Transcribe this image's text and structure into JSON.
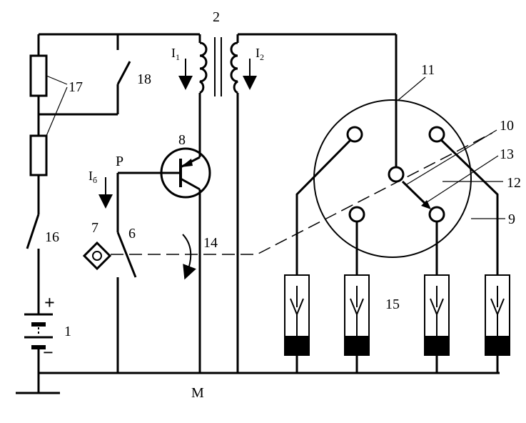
{
  "labels": {
    "battery": "1",
    "transformer": "2",
    "breaker": "6",
    "cam": "7",
    "transistor": "8",
    "cap_ring": "9",
    "rotor": "10",
    "distributor": "11",
    "wire": "12",
    "rotor_contact": "13",
    "rotation": "14",
    "plugs": "15",
    "switch": "16",
    "resistors": "17",
    "bypass": "18",
    "point_p": "P",
    "point_m": "M",
    "plus": "+",
    "minus": "−"
  },
  "currents": {
    "primary": {
      "main": "I",
      "sub": "1"
    },
    "secondary": {
      "main": "I",
      "sub": "2"
    },
    "base": {
      "main": "I",
      "sub": "б"
    }
  },
  "colors": {
    "stroke": "#000000",
    "background": "#ffffff"
  }
}
